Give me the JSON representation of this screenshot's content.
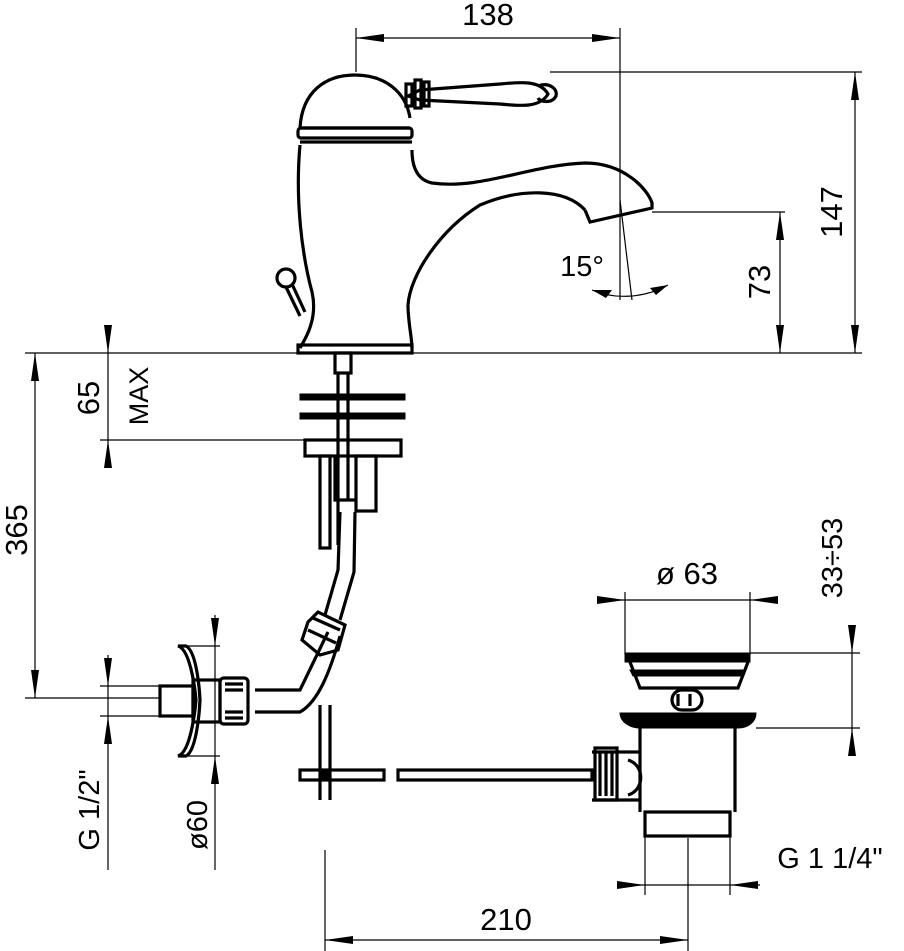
{
  "dimensions": {
    "spout_reach": "138",
    "total_height": "147",
    "spout_height": "73",
    "spout_angle": "15°",
    "deck_thickness": "65",
    "deck_max": "MAX",
    "supply_length": "365",
    "inlet_thread": "G 1/2\"",
    "rosette_diameter": "ø60",
    "waste_diameter": "ø 63",
    "waste_adjust": "33÷53",
    "waste_thread": "G 1 1/4\"",
    "rod_distance": "210"
  }
}
